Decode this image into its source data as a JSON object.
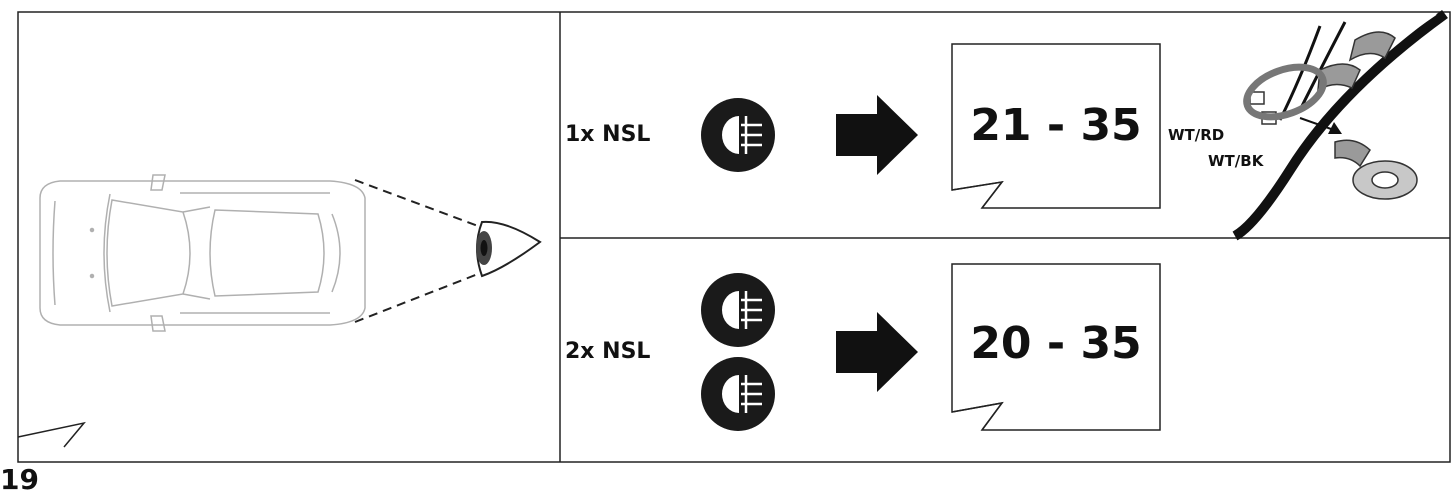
{
  "page_number": "19",
  "steps": [
    {
      "label": "1x NSL",
      "range": "21 - 35",
      "lamp_count": 1,
      "icon": "rear-fog-lamp-icon"
    },
    {
      "label": "2x NSL",
      "range": "20 - 35",
      "lamp_count": 2,
      "icon": "rear-fog-lamp-icon"
    }
  ],
  "wires": {
    "wire_1": "WT/RD",
    "wire_2": "WT/BK"
  },
  "icons": {
    "vehicle": "car-top-view-icon",
    "viewer": "eye-icon",
    "direction": "right-arrow-icon",
    "tape": "insulation-tape-icon"
  },
  "colors": {
    "line": "#222222",
    "lamp": "#1a1a1a",
    "arrow": "#111111",
    "tape": "#9a9a9a",
    "car": "#b0b0b0"
  }
}
